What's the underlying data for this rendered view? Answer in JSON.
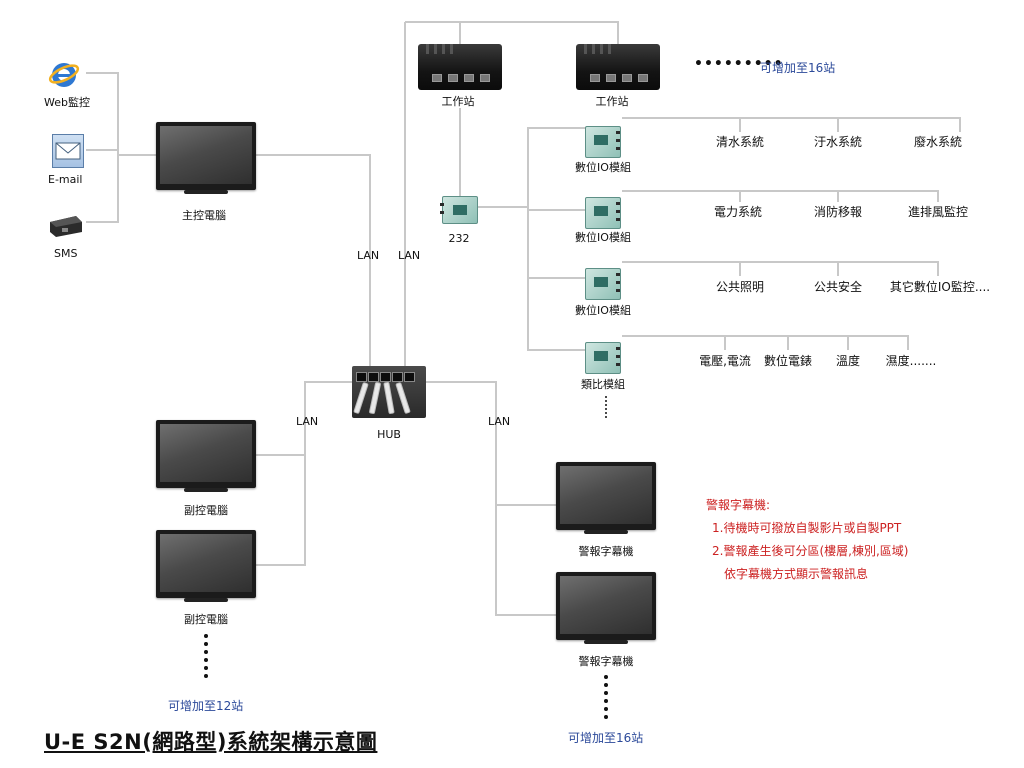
{
  "title": "U-E S2N(網路型)系統架構示意圖",
  "left_icons": {
    "web": "Web監控",
    "email": "E-mail",
    "sms": "SMS"
  },
  "main_pc": "主控電腦",
  "sub_pc_1": "副控電腦",
  "sub_pc_2": "副控電腦",
  "sub_pc_expand": "可增加至12站",
  "hub": "HUB",
  "lan_labels": [
    "LAN",
    "LAN",
    "LAN",
    "LAN"
  ],
  "workstations": [
    "工作站",
    "工作站"
  ],
  "workstation_expand": "可增加至16站",
  "converter": "232",
  "io_modules": [
    {
      "label": "數位IO模組",
      "systems": [
        "清水系統",
        "汙水系統",
        "廢水系統"
      ]
    },
    {
      "label": "數位IO模組",
      "systems": [
        "電力系統",
        "消防移報",
        "進排風監控"
      ]
    },
    {
      "label": "數位IO模組",
      "systems": [
        "公共照明",
        "公共安全",
        "其它數位IO監控...."
      ]
    },
    {
      "label": "類比模組",
      "systems": [
        "電壓,電流",
        "數位電錶",
        "溫度",
        "濕度......."
      ]
    }
  ],
  "alarm_displays": [
    "警報字幕機",
    "警報字幕機"
  ],
  "alarm_expand": "可增加至16站",
  "alarm_notes": {
    "heading": "警報字幕機:",
    "line1": "1.待機時可撥放自製影片或自製PPT",
    "line2": "2.警報產生後可分區(樓層,棟別,區域)",
    "line3": "依字幕機方式顯示警報訊息"
  },
  "colors": {
    "wire": "#c8c8c8",
    "expand_text": "#2c4a9a",
    "note_text": "#cc2222"
  }
}
